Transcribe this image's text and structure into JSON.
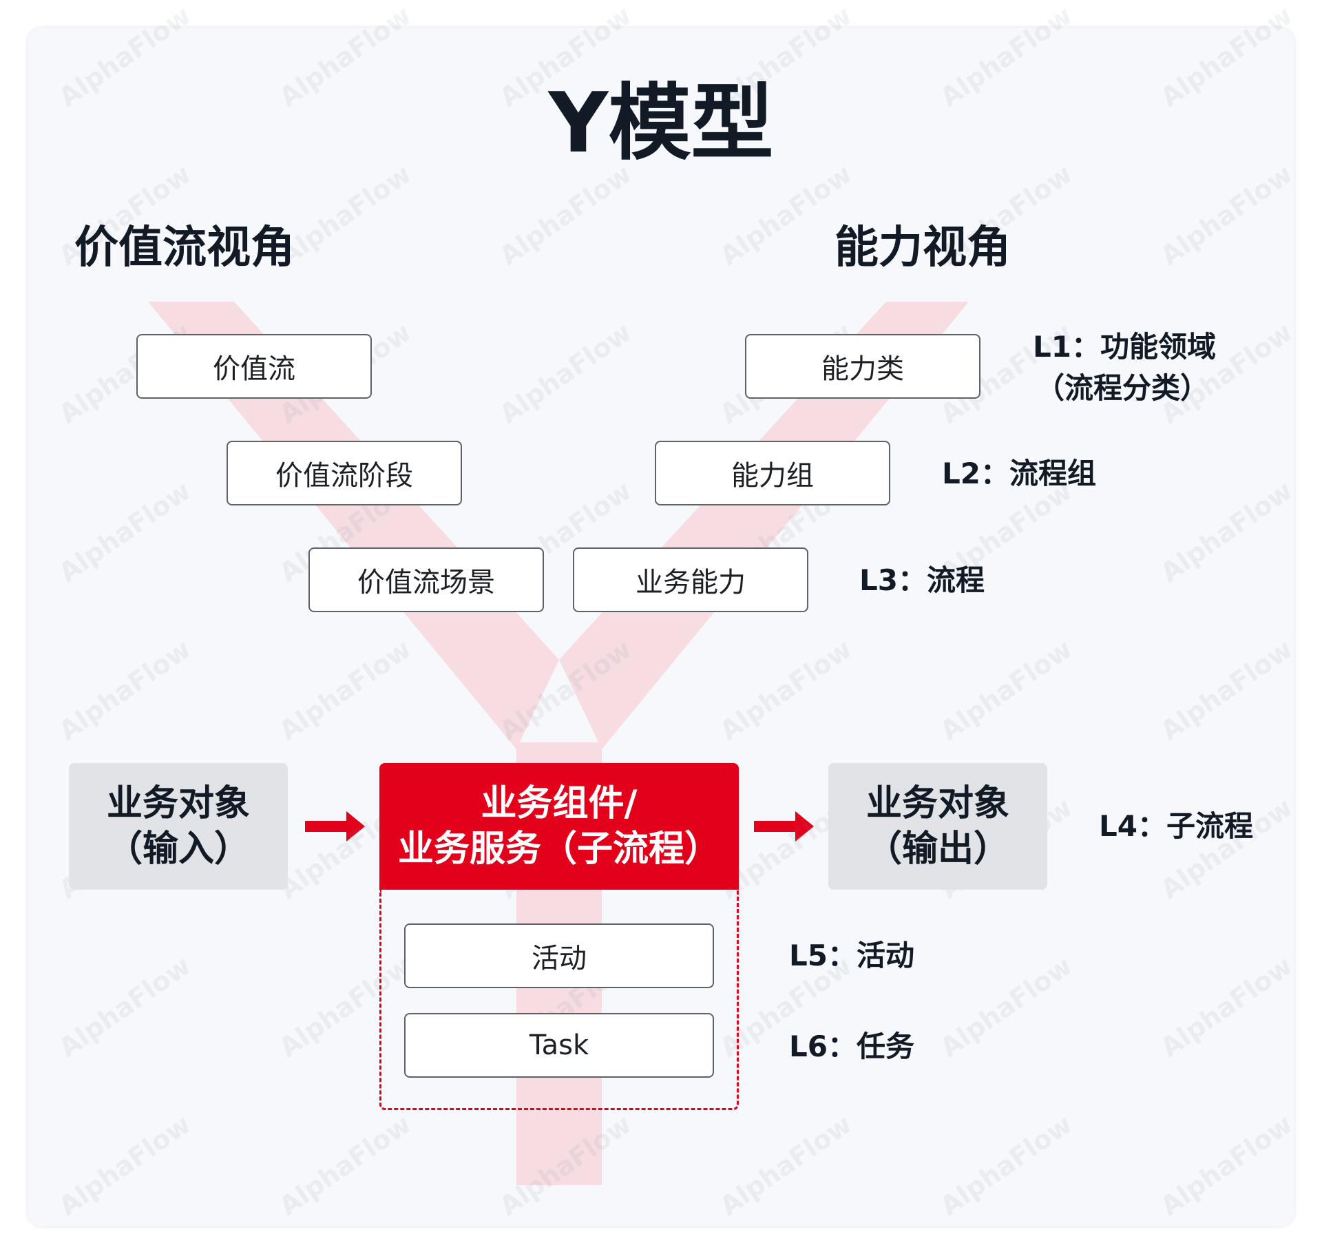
{
  "title": "Y模型",
  "perspectives": {
    "left": "价值流视角",
    "right": "能力视角"
  },
  "value_stream": {
    "l1": "价值流",
    "l2": "价值流阶段",
    "l3": "价值流场景"
  },
  "capability": {
    "l1": "能力类",
    "l2": "能力组",
    "l3": "业务能力"
  },
  "levels": {
    "l1_line1": "L1：功能领域",
    "l1_line2": "（流程分类）",
    "l2": "L2：流程组",
    "l3": "L3：流程",
    "l4": "L4：子流程",
    "l5": "L5：活动",
    "l6": "L6：任务"
  },
  "input_object": {
    "line1": "业务对象",
    "line2": "（输入）"
  },
  "component": {
    "line1": "业务组件/",
    "line2": "业务服务（子流程）"
  },
  "output_object": {
    "line1": "业务对象",
    "line2": "（输出）"
  },
  "sub_items": {
    "activity": "活动",
    "task": "Task"
  },
  "watermark": "AlphaFlow",
  "colors": {
    "accent_red": "#e2001a",
    "y_shape": "#f7dde2",
    "text_dark": "#121a26",
    "grey_box": "#e1e3e7"
  }
}
